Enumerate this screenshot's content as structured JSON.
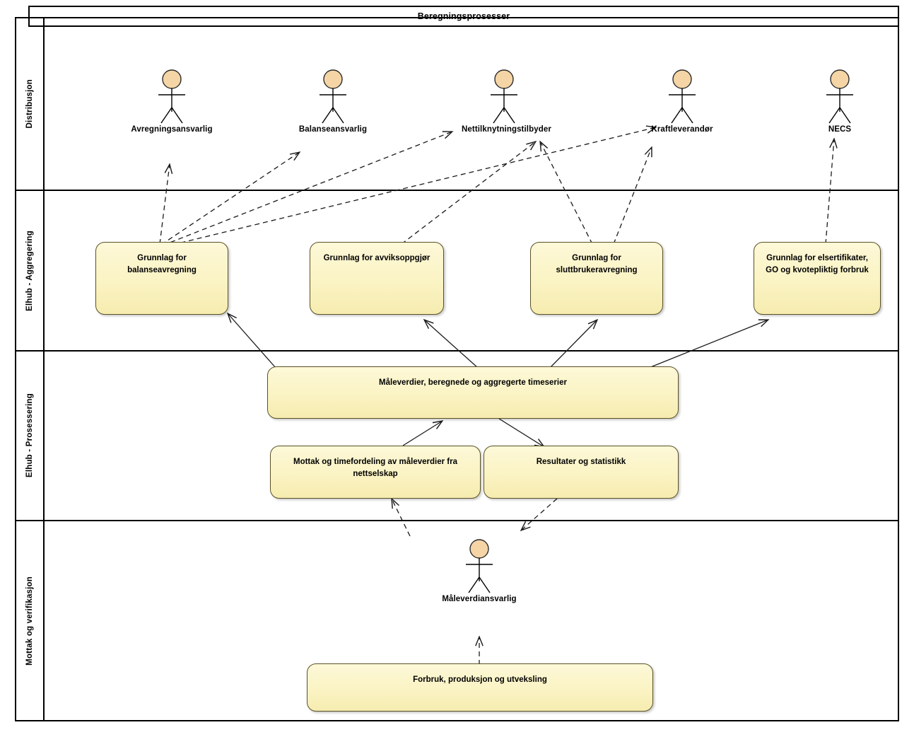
{
  "diagram": {
    "title": "Beregningsprosesser",
    "accent_fill": "#fbf4c6",
    "accent_stroke": "#5a5226",
    "actor_fill": "#f5d5a5",
    "actor_stroke": "#2b2b2b",
    "line_color": "#1a1a1a"
  },
  "lanes": [
    {
      "id": "distribusjon",
      "label": "Distribusjon"
    },
    {
      "id": "aggregering",
      "label": "Elhub - Aggregering"
    },
    {
      "id": "prosessering",
      "label": "Elhub - Prosessering"
    },
    {
      "id": "verifikasjon",
      "label": "Mottak og verifikasjon"
    }
  ],
  "actors": [
    {
      "id": "avregningsansvarlig",
      "label": "Avregningsansvarlig",
      "lane": "distribusjon"
    },
    {
      "id": "balanseansvarlig",
      "label": "Balanseansvarlig",
      "lane": "distribusjon"
    },
    {
      "id": "nettilknytningstilbyder",
      "label": "Nettilknytningstilbyder",
      "lane": "distribusjon"
    },
    {
      "id": "kraftleverandor",
      "label": "Kraftleverandør",
      "lane": "distribusjon"
    },
    {
      "id": "necs",
      "label": "NECS",
      "lane": "distribusjon"
    },
    {
      "id": "maleverdiansvarlig",
      "label": "Måleverdiansvarlig",
      "lane": "verifikasjon"
    }
  ],
  "nodes": [
    {
      "id": "balanseavregning",
      "label": "Grunnlag for balanseavregning",
      "lane": "aggregering"
    },
    {
      "id": "avviksoppgjor",
      "label": "Grunnlag for avviksoppgjør",
      "lane": "aggregering"
    },
    {
      "id": "sluttbrukeravregning",
      "label": "Grunnlag for sluttbrukeravregning",
      "lane": "aggregering"
    },
    {
      "id": "elsertifikater",
      "label": "Grunnlag for elsertifikater, GO og kvotepliktig forbruk",
      "lane": "aggregering"
    },
    {
      "id": "maleverdier",
      "label": "Måleverdier, beregnede og aggregerte timeserier",
      "lane": "prosessering"
    },
    {
      "id": "mottak",
      "label": "Mottak og timefordeling av måleverdier fra nettselskap",
      "lane": "prosessering"
    },
    {
      "id": "resultater",
      "label": "Resultater og statistikk",
      "lane": "prosessering"
    },
    {
      "id": "forbruk",
      "label": "Forbruk, produksjon og utveksling",
      "lane": "verifikasjon"
    }
  ],
  "edges": [
    {
      "from": "balanseavregning",
      "to": "avregningsansvarlig",
      "style": "dashed"
    },
    {
      "from": "balanseavregning",
      "to": "balanseansvarlig",
      "style": "dashed"
    },
    {
      "from": "balanseavregning",
      "to": "nettilknytningstilbyder",
      "style": "dashed"
    },
    {
      "from": "balanseavregning",
      "to": "kraftleverandor",
      "style": "dashed"
    },
    {
      "from": "avviksoppgjor",
      "to": "kraftleverandor",
      "style": "dashed"
    },
    {
      "from": "sluttbrukeravregning",
      "to": "nettilknytningstilbyder",
      "style": "dashed"
    },
    {
      "from": "sluttbrukeravregning",
      "to": "kraftleverandor",
      "style": "dashed"
    },
    {
      "from": "elsertifikater",
      "to": "necs",
      "style": "dashed"
    },
    {
      "from": "maleverdier",
      "to": "balanseavregning",
      "style": "solid"
    },
    {
      "from": "maleverdier",
      "to": "avviksoppgjor",
      "style": "solid"
    },
    {
      "from": "maleverdier",
      "to": "sluttbrukeravregning",
      "style": "solid"
    },
    {
      "from": "maleverdier",
      "to": "elsertifikater",
      "style": "solid"
    },
    {
      "from": "mottak",
      "to": "maleverdier",
      "style": "solid"
    },
    {
      "from": "maleverdier",
      "to": "resultater",
      "style": "solid"
    },
    {
      "from": "maleverdiansvarlig",
      "to": "mottak",
      "style": "dashed"
    },
    {
      "from": "resultater",
      "to": "maleverdiansvarlig",
      "style": "dashed"
    },
    {
      "from": "forbruk",
      "to": "maleverdiansvarlig",
      "style": "dashed"
    }
  ]
}
